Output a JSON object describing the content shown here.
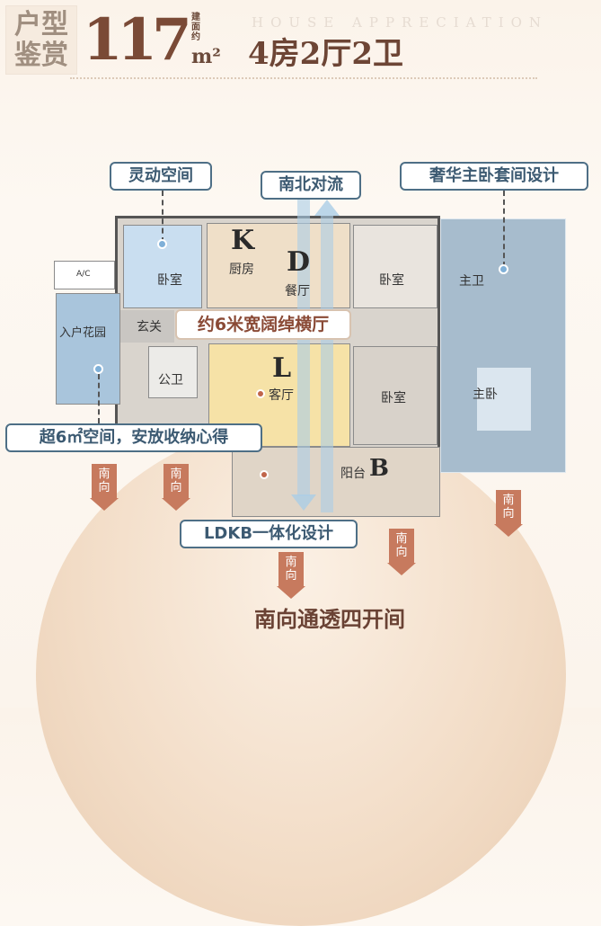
{
  "header": {
    "section_title": "户型鉴赏",
    "area_number": "117",
    "area_prefix": "建面约",
    "area_unit": "m²",
    "english_title": "HOUSE APPRECIATION",
    "layout": "4房2厅2卫"
  },
  "callouts": {
    "flexible": "灵动空间",
    "ventilation": "南北对流",
    "master_suite": "奢华主卧套间设计",
    "wide_hall": "约6米宽阔绰横厅",
    "storage": "超6㎡空间，安放收纳心得",
    "ldkb": "LDKB一体化设计"
  },
  "rooms": {
    "bedroom": "卧室",
    "ac": "A/C",
    "entry_garden": "入户花园",
    "foyer": "玄关",
    "public_bath": "公卫",
    "kitchen_letter": "K",
    "kitchen": "厨房",
    "dining_letter": "D",
    "dining": "餐厅",
    "living_letter": "L",
    "living": "客厅",
    "master_bath": "主卫",
    "master_bedroom": "主卧",
    "balcony": "阳台",
    "balcony_letter": "B"
  },
  "south_label": "南向",
  "footer": "南向通透四开间",
  "colors": {
    "accent": "#4e6f86",
    "brand": "#7a4a36",
    "south": "#c77a5e"
  }
}
